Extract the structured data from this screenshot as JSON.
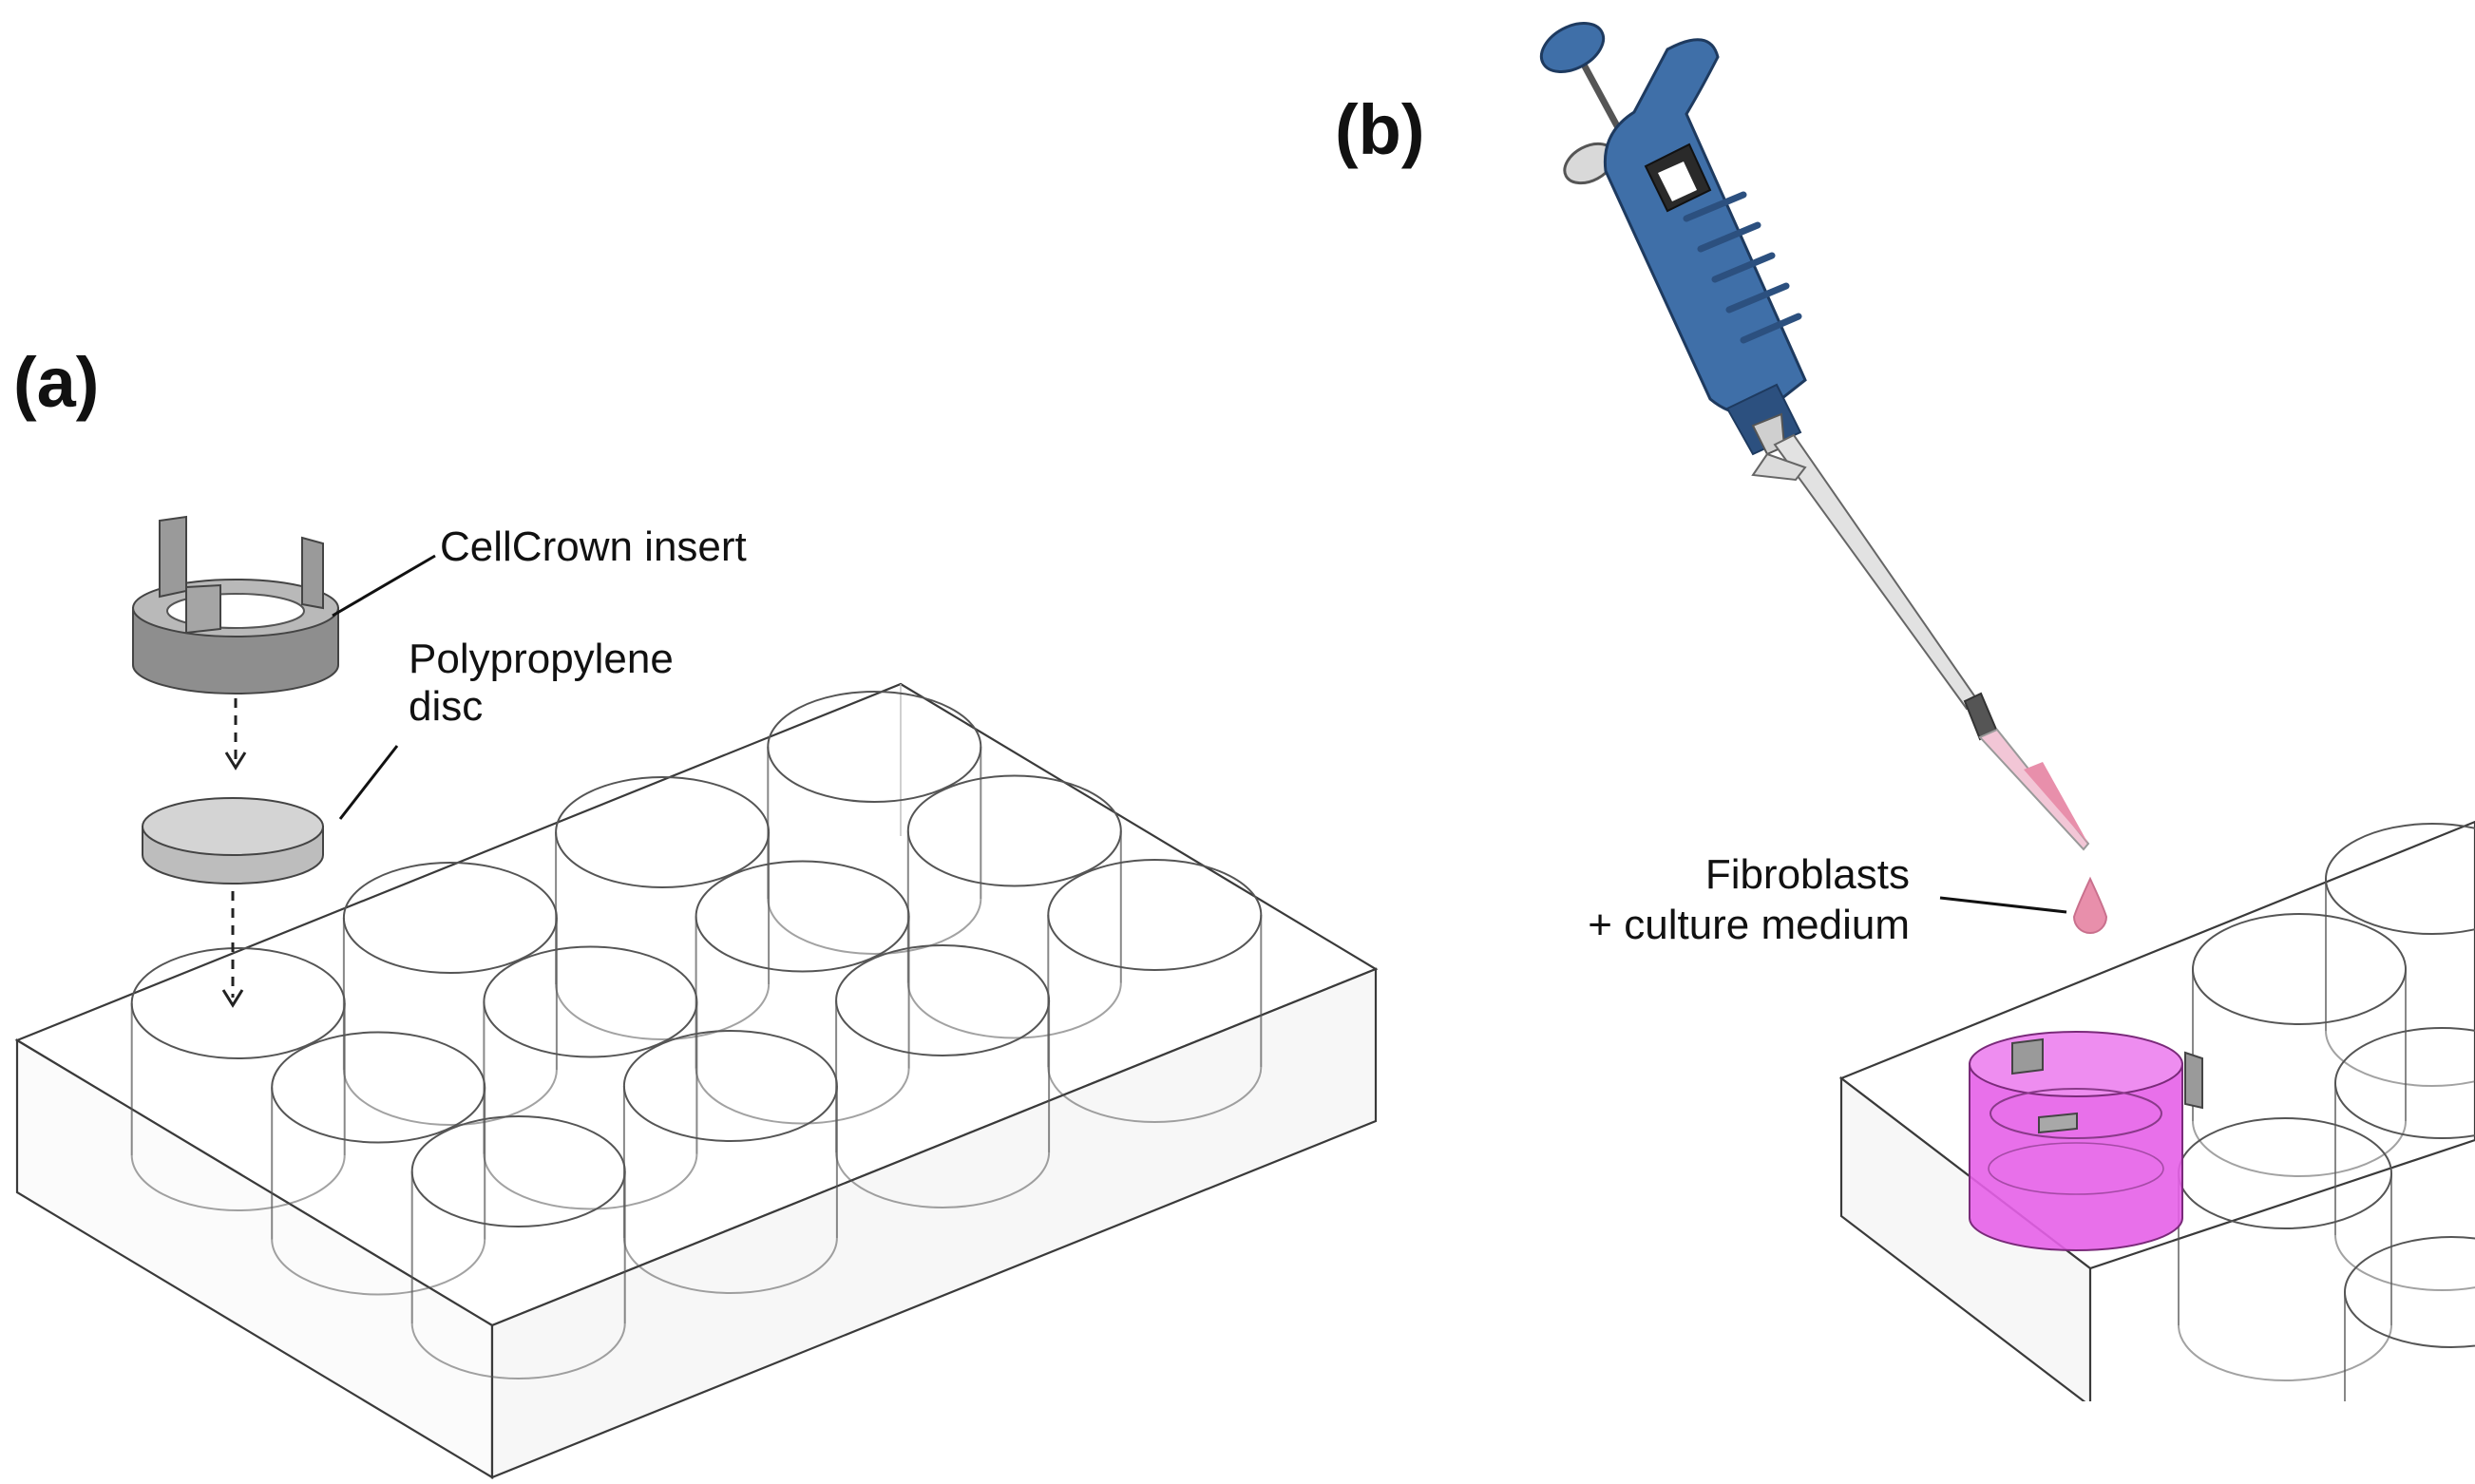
{
  "panels": {
    "a": {
      "label": "(a)",
      "insert_label": "CellCrown insert",
      "disc_label_line1": "Polypropylene",
      "disc_label_line2": "disc"
    },
    "b": {
      "label": "(b)",
      "drop_label_line1": "Fibroblasts",
      "drop_label_line2": "+ culture medium"
    }
  },
  "colors": {
    "plate_line": "#3a3a3a",
    "well_line": "#555555",
    "insert_gray": "#8e8e8e",
    "disc_gray": "#d4d4d4",
    "pipette_blue": "#3f6fa8",
    "pipette_dark": "#2c507f",
    "medium_magenta": "#e561e8",
    "drop_pink": "#e88fab"
  },
  "icons": {
    "insert": "cellcrown-insert-icon",
    "disc": "polypropylene-disc-icon",
    "pipette": "micropipette-icon",
    "drop": "droplet-icon"
  }
}
